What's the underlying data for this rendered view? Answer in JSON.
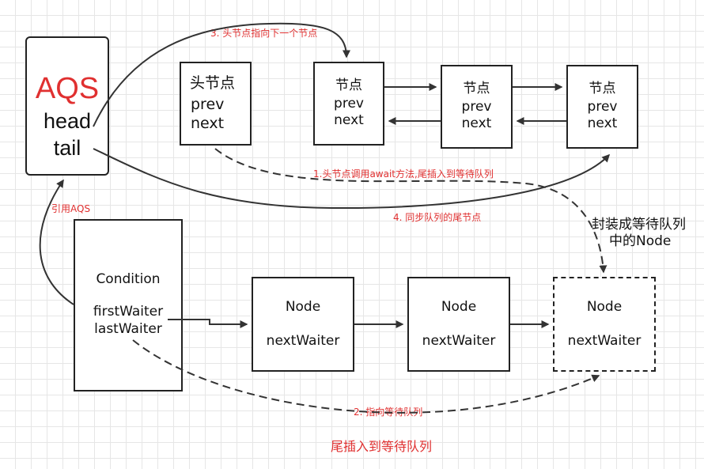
{
  "aqs": {
    "title": "AQS",
    "head": "head",
    "tail": "tail"
  },
  "sync_queue": {
    "head_node": {
      "label": "头节点",
      "prev": "prev",
      "next": "next"
    },
    "nodes": [
      {
        "label": "节点",
        "prev": "prev",
        "next": "next"
      },
      {
        "label": "节点",
        "prev": "prev",
        "next": "next"
      },
      {
        "label": "节点",
        "prev": "prev",
        "next": "next"
      }
    ]
  },
  "condition": {
    "title": "Condition",
    "first": "firstWaiter",
    "last": "lastWaiter"
  },
  "wait_queue": {
    "nodes": [
      {
        "label": "Node",
        "field": "nextWaiter"
      },
      {
        "label": "Node",
        "field": "nextWaiter"
      },
      {
        "label": "Node",
        "field": "nextWaiter"
      }
    ]
  },
  "annotations": {
    "step3": "3. 头节点指向下一个节点",
    "step1": "1.头节点调用await方法,尾插入到等待队列",
    "step4": "4. 同步队列的尾节点",
    "ref_aqs": "引用AQS",
    "wrap_line1": "封装成等待队列",
    "wrap_line2": "中的Node",
    "step2": "2. 指向等待队列",
    "tail_insert": "尾插入到等待队列"
  },
  "colors": {
    "annotation": "#e03030",
    "aqs_title": "#e03030",
    "line": "#333333",
    "grid": "#e6e6e6"
  }
}
